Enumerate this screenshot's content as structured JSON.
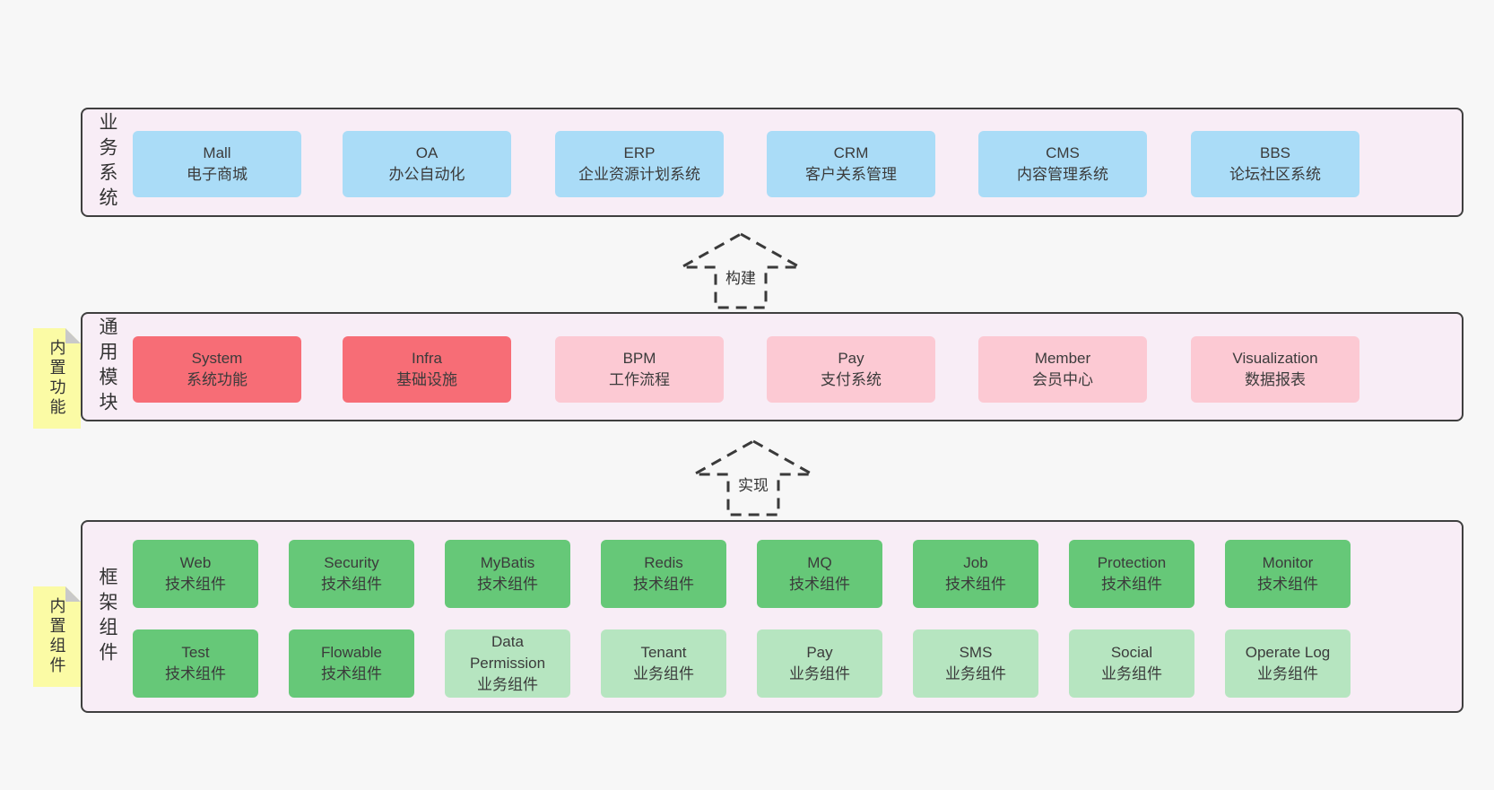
{
  "colors": {
    "page_bg": "#f7f7f7",
    "layer_bg": "#f8edf6",
    "layer_border": "#3f3f3f",
    "box_blue": "#aadcf7",
    "box_red": "#f76d76",
    "box_pink": "#fcc9d3",
    "box_green": "#66c878",
    "box_lightgreen": "#b6e5c0",
    "sticky_yellow": "#fbfba5",
    "sticky_fold": "#c9c9c9",
    "text": "#3b3b3b"
  },
  "arrows": {
    "build": "构建",
    "implement": "实现"
  },
  "layers": {
    "business": {
      "label": "业务系统",
      "boxes": [
        {
          "title": "Mall",
          "subtitle": "电子商城"
        },
        {
          "title": "OA",
          "subtitle": "办公自动化"
        },
        {
          "title": "ERP",
          "subtitle": "企业资源计划系统"
        },
        {
          "title": "CRM",
          "subtitle": "客户关系管理"
        },
        {
          "title": "CMS",
          "subtitle": "内容管理系统"
        },
        {
          "title": "BBS",
          "subtitle": "论坛社区系统"
        }
      ]
    },
    "modules": {
      "label": "通用模块",
      "sticky": "内置功能",
      "boxes": [
        {
          "title": "System",
          "subtitle": "系统功能"
        },
        {
          "title": "Infra",
          "subtitle": "基础设施"
        },
        {
          "title": "BPM",
          "subtitle": "工作流程"
        },
        {
          "title": "Pay",
          "subtitle": "支付系统"
        },
        {
          "title": "Member",
          "subtitle": "会员中心"
        },
        {
          "title": "Visualization",
          "subtitle": "数据报表"
        }
      ]
    },
    "components": {
      "label": "框架组件",
      "sticky": "内置组件",
      "row1": [
        {
          "title": "Web",
          "subtitle": "技术组件"
        },
        {
          "title": "Security",
          "subtitle": "技术组件"
        },
        {
          "title": "MyBatis",
          "subtitle": "技术组件"
        },
        {
          "title": "Redis",
          "subtitle": "技术组件"
        },
        {
          "title": "MQ",
          "subtitle": "技术组件"
        },
        {
          "title": "Job",
          "subtitle": "技术组件"
        },
        {
          "title": "Protection",
          "subtitle": "技术组件"
        },
        {
          "title": "Monitor",
          "subtitle": "技术组件"
        }
      ],
      "row2": [
        {
          "title": "Test",
          "subtitle": "技术组件"
        },
        {
          "title": "Flowable",
          "subtitle": "技术组件"
        },
        {
          "title": "Data Permission",
          "subtitle": "业务组件"
        },
        {
          "title": "Tenant",
          "subtitle": "业务组件"
        },
        {
          "title": "Pay",
          "subtitle": "业务组件"
        },
        {
          "title": "SMS",
          "subtitle": "业务组件"
        },
        {
          "title": "Social",
          "subtitle": "业务组件"
        },
        {
          "title": "Operate Log",
          "subtitle": "业务组件"
        }
      ]
    }
  }
}
